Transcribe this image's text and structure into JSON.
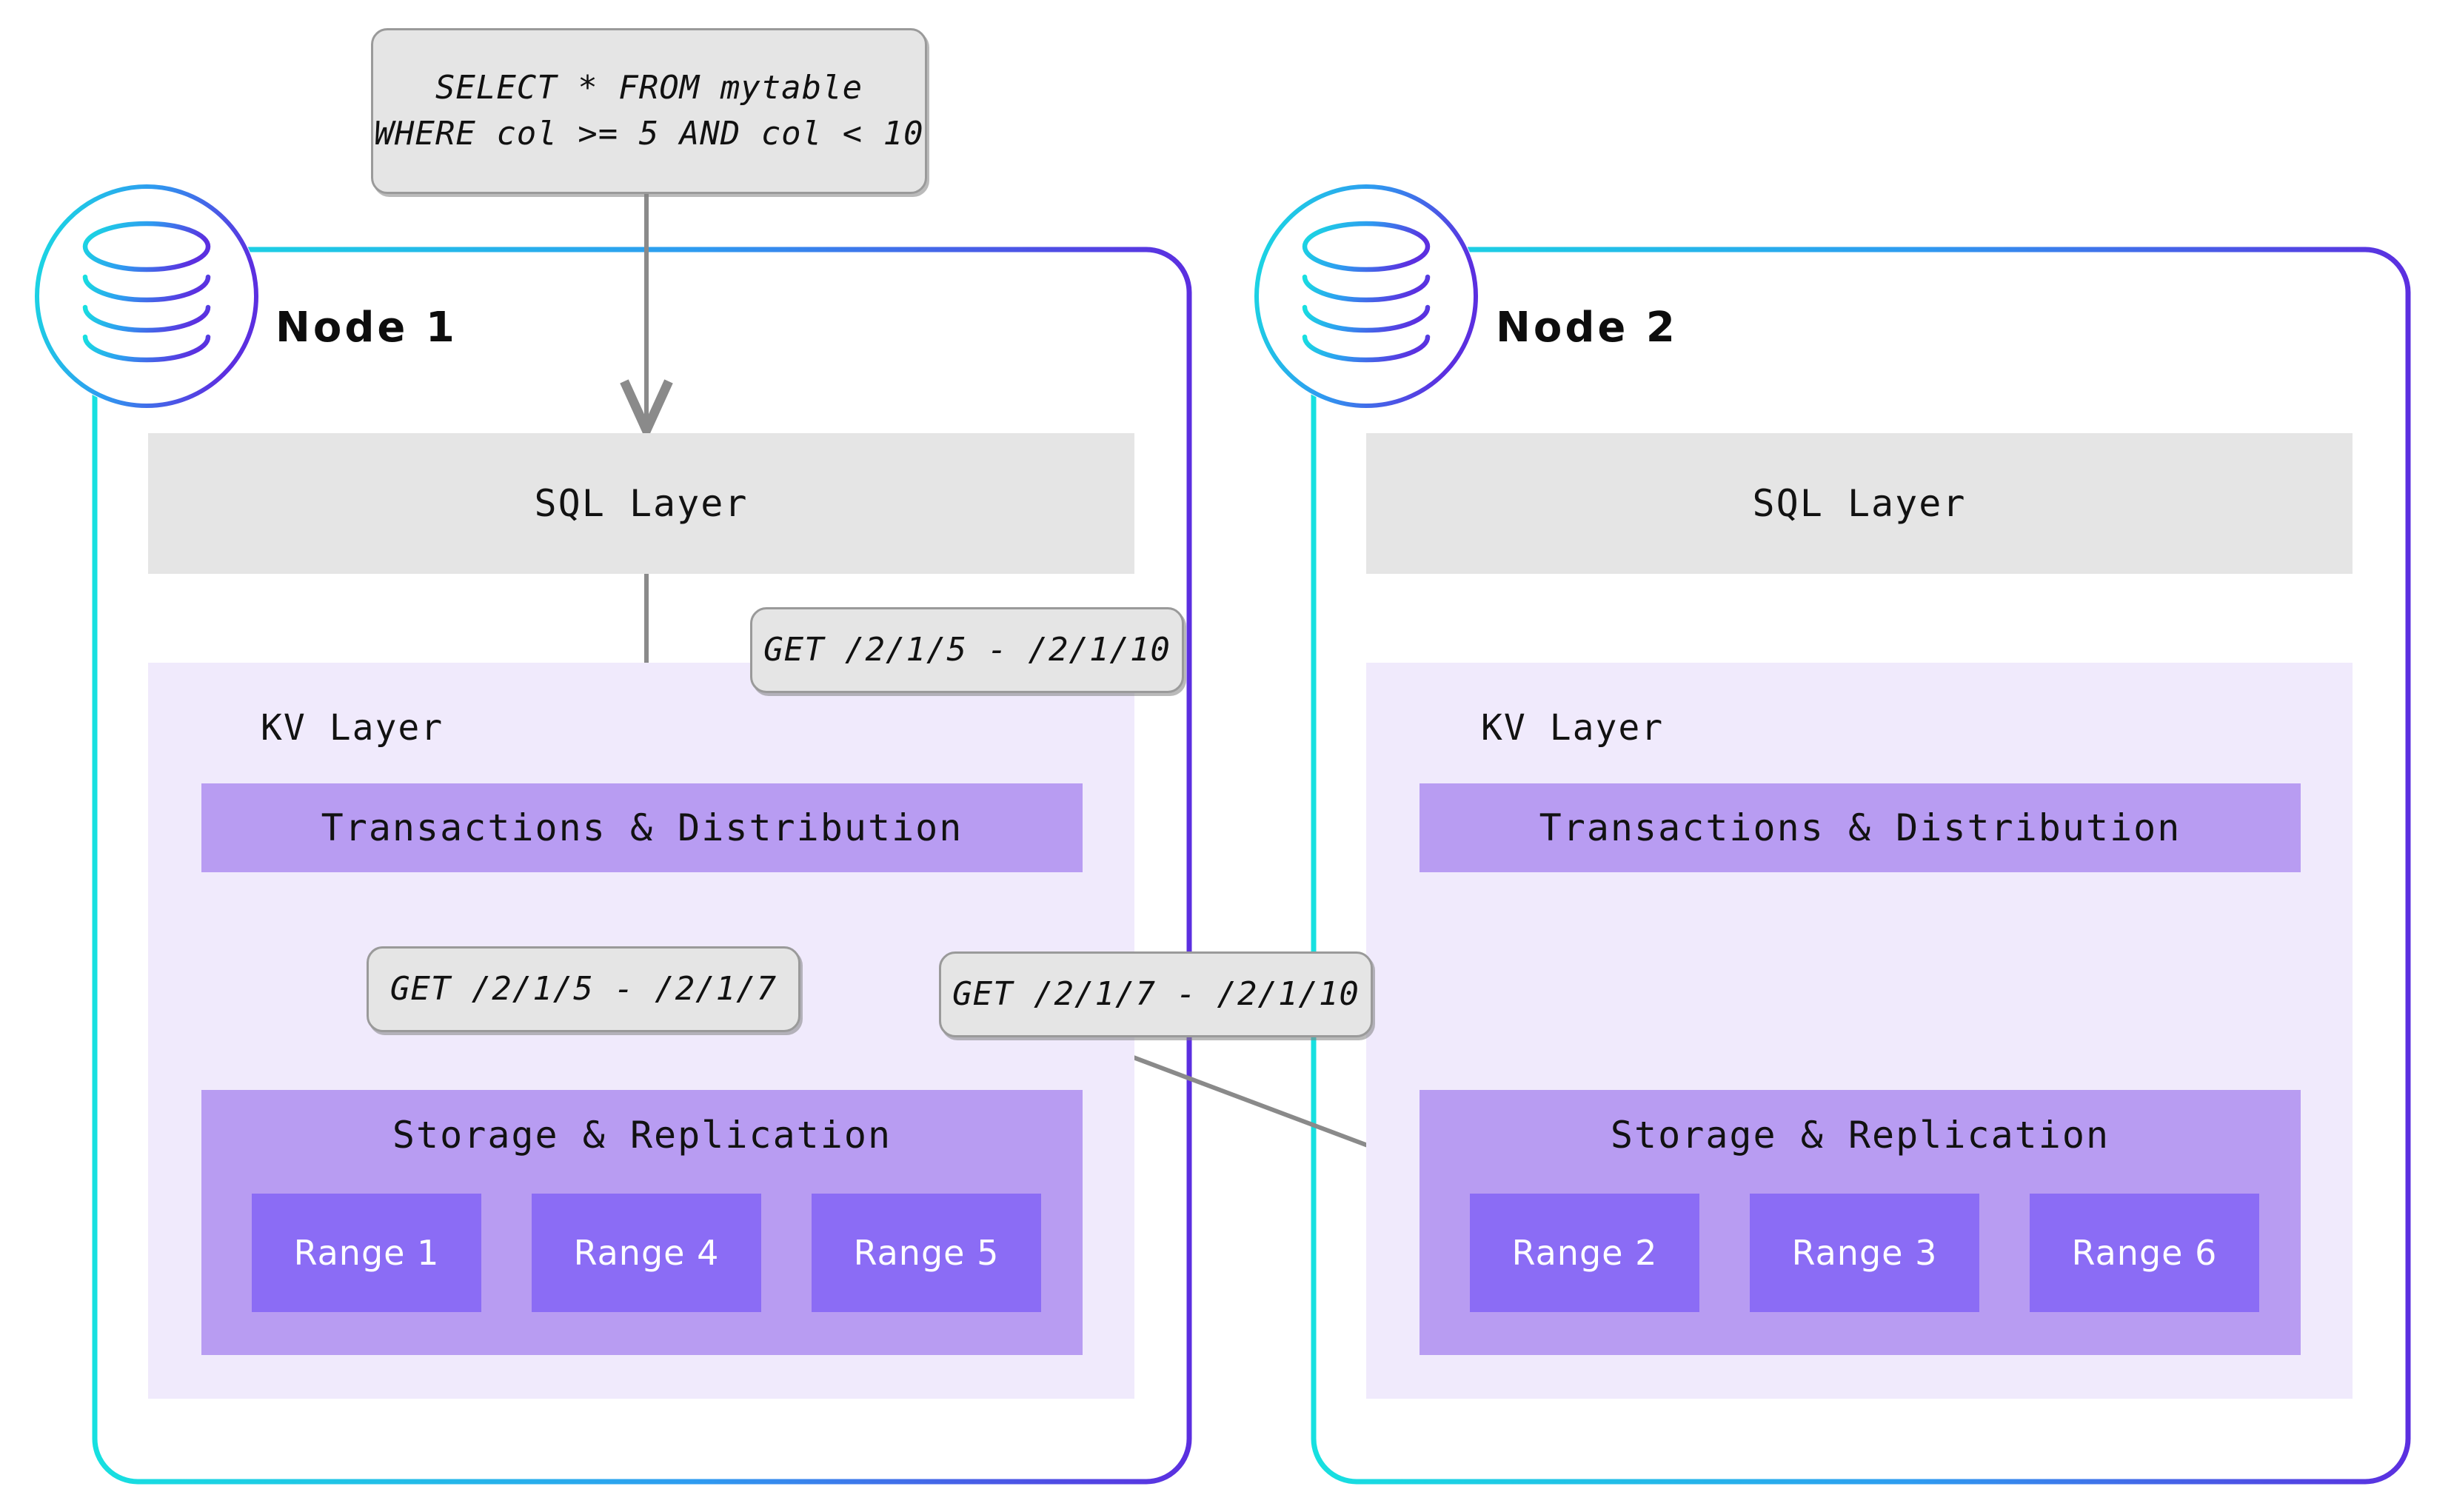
{
  "query_note": {
    "name": "sql-query-callout",
    "lines": [
      "SELECT * FROM mytable",
      "WHERE col >= 5 AND col < 10"
    ]
  },
  "notes": [
    {
      "name": "get-range-full",
      "text": "GET /2/1/5 - /2/1/10"
    },
    {
      "name": "get-range-left",
      "text": "GET /2/1/5 - /2/1/7"
    },
    {
      "name": "get-range-right",
      "text": "GET /2/1/7 - /2/1/10"
    }
  ],
  "nodes": [
    {
      "id": "node-1",
      "title": "Node 1",
      "icon": "database-cylinder-icon",
      "sql_layer_label": "SQL Layer",
      "kv_layer_label": "KV Layer",
      "transactions_label": "Transactions & Distribution",
      "storage_label": "Storage & Replication",
      "ranges": [
        "Range 1",
        "Range 4",
        "Range 5"
      ]
    },
    {
      "id": "node-2",
      "title": "Node 2",
      "icon": "database-cylinder-icon",
      "sql_layer_label": "SQL Layer",
      "kv_layer_label": "KV Layer",
      "transactions_label": "Transactions & Distribution",
      "storage_label": "Storage & Replication",
      "ranges": [
        "Range 2",
        "Range 3",
        "Range 6"
      ]
    }
  ],
  "colors": {
    "gradient_start": "#17e0e0",
    "gradient_end": "#5b2fe0",
    "sql_band": "#e5e5e5",
    "kv_panel": "#f0eafc",
    "inner_band": "#b89cf2",
    "range_box": "#8b6cf5",
    "arrow": "#8a8a8a",
    "note_bg": "#e5e5e5",
    "note_border": "#9a9a9a",
    "text": "#121212",
    "range_text": "#ffffff"
  }
}
